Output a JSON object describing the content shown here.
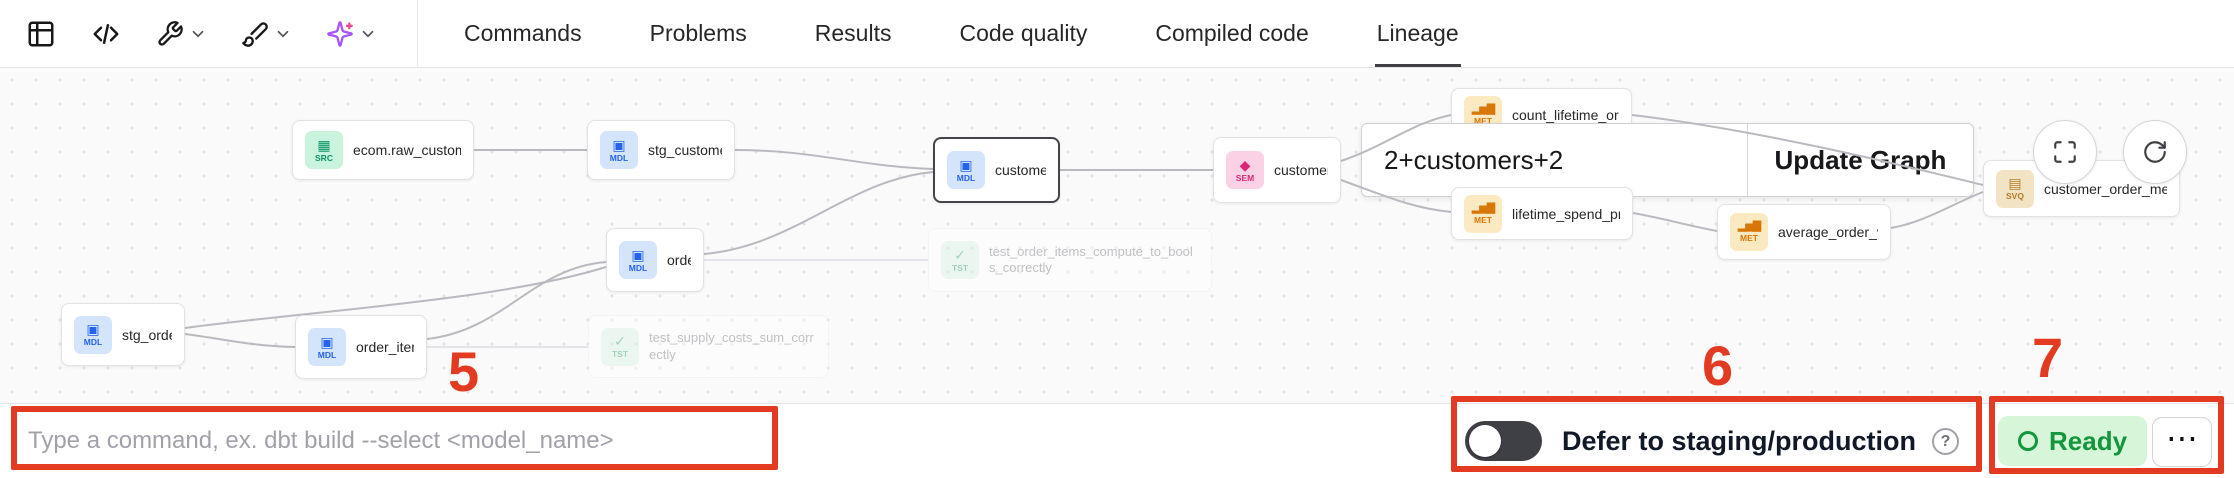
{
  "toolbar": {
    "icons": [
      {
        "name": "table-view-icon"
      },
      {
        "name": "code-icon"
      },
      {
        "name": "wrench-icon",
        "has_dropdown": true
      },
      {
        "name": "brush-icon",
        "has_dropdown": true
      },
      {
        "name": "magic-wand-icon",
        "has_dropdown": true
      }
    ],
    "tabs": [
      {
        "label": "Commands",
        "active": false
      },
      {
        "label": "Problems",
        "active": false
      },
      {
        "label": "Results",
        "active": false
      },
      {
        "label": "Code quality",
        "active": false
      },
      {
        "label": "Compiled code",
        "active": false
      },
      {
        "label": "Lineage",
        "active": true
      }
    ]
  },
  "canvas": {
    "selector": {
      "value": "2+customers+2",
      "button_label": "Update Graph"
    },
    "controls": [
      {
        "name": "maximize-icon"
      },
      {
        "name": "refresh-icon"
      }
    ],
    "nodes": [
      {
        "label": "ecom.raw_customers",
        "badge": "SRC",
        "glyph": "▦"
      },
      {
        "label": "stg_customers",
        "badge": "MDL",
        "glyph": "▣"
      },
      {
        "label": "customers",
        "badge": "MDL",
        "glyph": "▣",
        "selected": true
      },
      {
        "label": "customers",
        "badge": "SEM",
        "glyph": "◆"
      },
      {
        "label": "orders",
        "badge": "MDL",
        "glyph": "▣"
      },
      {
        "label": "stg_orders",
        "badge": "MDL",
        "glyph": "▣"
      },
      {
        "label": "order_items",
        "badge": "MDL",
        "glyph": "▣"
      },
      {
        "label": "test_order_items_compute_to_bools_correctly",
        "badge": "TST",
        "glyph": "✓",
        "faded": true
      },
      {
        "label": "test_supply_costs_sum_correctly",
        "badge": "TST",
        "glyph": "✓",
        "faded": true
      },
      {
        "label": "count_lifetime_orders",
        "badge": "MET",
        "glyph": "▂▅▇"
      },
      {
        "label": "lifetime_spend_pretax",
        "badge": "MET",
        "glyph": "▂▅▇"
      },
      {
        "label": "average_order_value",
        "badge": "MET",
        "glyph": "▂▅▇"
      },
      {
        "label": "customer_order_metrics",
        "badge": "SVQ",
        "glyph": "▤"
      }
    ]
  },
  "bottom_bar": {
    "command_placeholder": "Type a command, ex. dbt build --select <model_name>",
    "defer_label": "Defer to staging/production",
    "defer_enabled": false,
    "help_glyph": "?",
    "status_label": "Ready",
    "more_glyph": "⋯"
  },
  "annotations": {
    "color": "#e23b21",
    "marks": [
      {
        "number": "5"
      },
      {
        "number": "6"
      },
      {
        "number": "7"
      }
    ]
  }
}
